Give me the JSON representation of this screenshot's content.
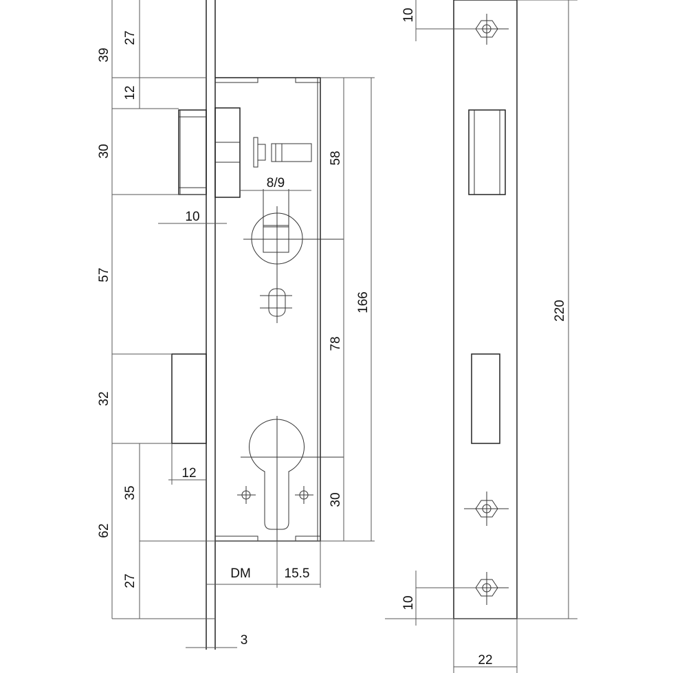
{
  "lock_view": {
    "dims_left": {
      "d39": "39",
      "d27_top": "27",
      "d12_top": "12",
      "d30_latch": "30",
      "d57": "57",
      "d32": "32",
      "d35": "35",
      "d62": "62",
      "d27_bottom": "27"
    },
    "dim_latch_throw": "10",
    "dim_bolt_throw": "12",
    "dim_spindle": "8/9",
    "dim_58": "58",
    "dim_78": "78",
    "dim_30": "30",
    "dim_166": "166",
    "dim_backset": "DM",
    "dim_15_5": "15.5",
    "dim_faceplate": "3"
  },
  "strike_view": {
    "dim_top": "10",
    "dim_bottom": "10",
    "dim_height": "220",
    "dim_width": "22"
  }
}
